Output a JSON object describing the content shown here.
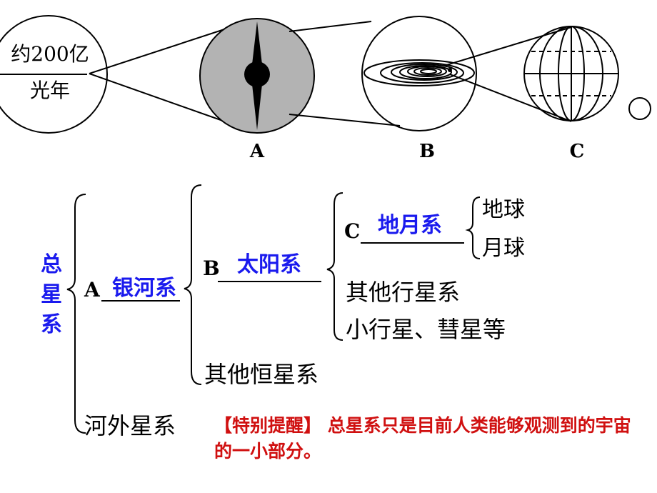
{
  "top": {
    "scale_top": "约200亿",
    "scale_bottom": "光年",
    "label_a": "A",
    "label_b": "B",
    "label_c": "C"
  },
  "tree": {
    "root": "总星系",
    "a_prefix": "A",
    "a_answer": "银河系",
    "b_prefix": "B",
    "b_answer": "太阳系",
    "c_prefix": "C",
    "c_answer": "地月系",
    "earth": "地球",
    "moon": "月球",
    "other_planets": "其他行星系",
    "small_bodies": "小行星、彗星等",
    "other_stars": "其他恒星系",
    "outer_galaxies": "河外星系"
  },
  "note": {
    "text": "【特别提醒】 总星系只是目前人类能够观测到的宇宙的一小部分。"
  },
  "colors": {
    "answer": "#1a1aee",
    "note": "#d01010",
    "galaxy_fill": "#b3b3b3"
  }
}
